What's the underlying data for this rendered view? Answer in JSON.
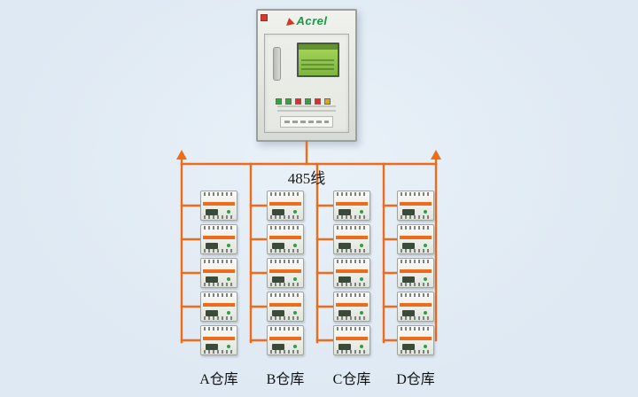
{
  "colors": {
    "background": "#dfe9f3",
    "accent": "#ed6c1b",
    "logo_green": "#179a43"
  },
  "cabinet": {
    "brand": "Acrel"
  },
  "bus": {
    "label": "485线"
  },
  "columns": [
    {
      "id": "A",
      "label": "A仓库",
      "device_count": 5
    },
    {
      "id": "B",
      "label": "B仓库",
      "device_count": 5
    },
    {
      "id": "C",
      "label": "C仓库",
      "device_count": 5
    },
    {
      "id": "D",
      "label": "D仓库",
      "device_count": 5
    }
  ]
}
